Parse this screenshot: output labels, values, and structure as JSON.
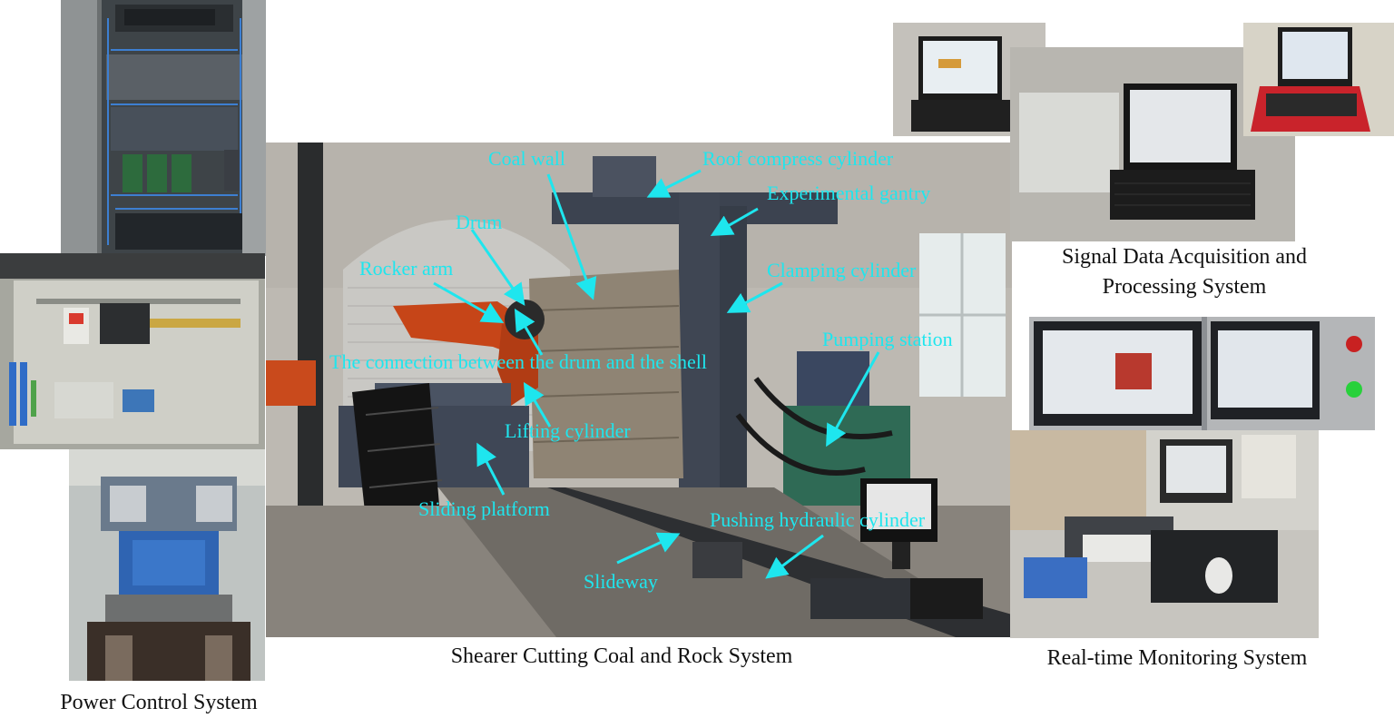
{
  "captions": {
    "power_control": "Power Control System",
    "shearer_system": "Shearer Cutting Coal and Rock System",
    "signal_acquisition_line1": "Signal Data Acquisition and",
    "signal_acquisition_line2": "Processing System",
    "realtime_monitoring": "Real-time Monitoring System"
  },
  "labels": {
    "coal_wall": "Coal wall",
    "roof_compress_cylinder": "Roof compress cylinder",
    "experimental_gantry": "Experimental gantry",
    "drum": "Drum",
    "rocker_arm": "Rocker arm",
    "clamping_cylinder": "Clamping cylinder",
    "pumping_station": "Pumping station",
    "drum_shell_connection": "The connection between the drum and the shell",
    "lifting_cylinder": "Lifting cylinder",
    "sliding_platform": "Sliding platform",
    "pushing_hydraulic_cylinder": "Pushing hydraulic cylinder",
    "slideway": "Slideway"
  },
  "colors": {
    "annotation": "#1ee6ee",
    "caption_text": "#111111",
    "background": "#ffffff"
  }
}
